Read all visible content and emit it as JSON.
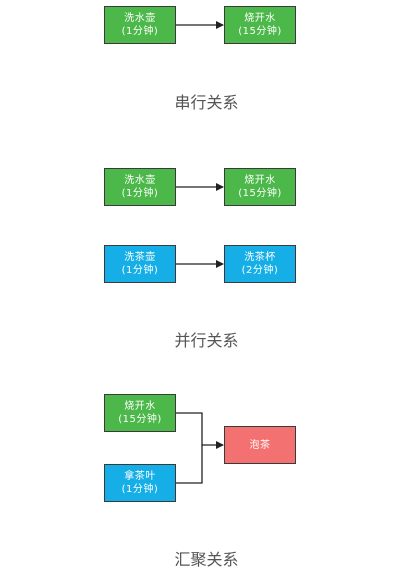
{
  "colors": {
    "green": "#4cb84a",
    "blue": "#16aee6",
    "red": "#f47171",
    "line": "#222222"
  },
  "serial": {
    "caption": "串行关系",
    "box1": {
      "line1": "洗水壶",
      "line2": "(1分钟)"
    },
    "box2": {
      "line1": "烧开水",
      "line2": "(15分钟)"
    }
  },
  "parallel": {
    "caption": "并行关系",
    "box1": {
      "line1": "洗水壶",
      "line2": "(1分钟)"
    },
    "box2": {
      "line1": "烧开水",
      "line2": "(15分钟)"
    },
    "box3": {
      "line1": "洗茶壶",
      "line2": "(1分钟)"
    },
    "box4": {
      "line1": "洗茶杯",
      "line2": "(2分钟)"
    }
  },
  "converge": {
    "caption": "汇聚关系",
    "box1": {
      "line1": "烧开水",
      "line2": "(15分钟)"
    },
    "box2": {
      "line1": "拿茶叶",
      "line2": "(1分钟)"
    },
    "box3": {
      "line1": "泡茶"
    }
  }
}
